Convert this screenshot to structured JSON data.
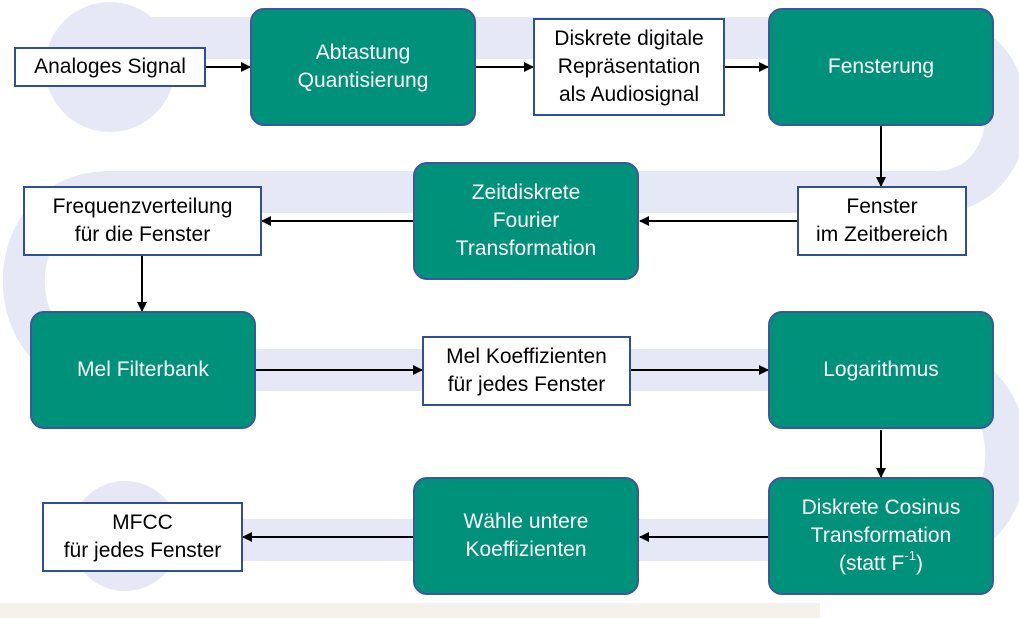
{
  "colors": {
    "process": "#00917b",
    "process_border": "#3a57a0",
    "data_border": "#2f4f98",
    "path_band": "#e6e9f5",
    "arrow": "#000000"
  },
  "nodes": {
    "analog": {
      "lines": [
        "Analoges Signal"
      ]
    },
    "sampling": {
      "lines": [
        "Abtastung",
        "Quantisierung"
      ]
    },
    "discrete": {
      "lines": [
        "Diskrete digitale",
        "Repräsentation",
        "als Audiosignal"
      ]
    },
    "windowing": {
      "lines": [
        "Fensterung"
      ]
    },
    "timewindow": {
      "lines": [
        "Fenster",
        "im Zeitbereich"
      ]
    },
    "dtft": {
      "lines": [
        "Zeitdiskrete",
        "Fourier",
        "Transformation"
      ]
    },
    "freqdist": {
      "lines": [
        "Frequenzverteilung",
        "für die Fenster"
      ]
    },
    "melbank": {
      "lines": [
        "Mel Filterbank"
      ]
    },
    "melcoef": {
      "lines": [
        "Mel Koeffizienten",
        "für jedes Fenster"
      ]
    },
    "log": {
      "lines": [
        "Logarithmus"
      ]
    },
    "dct": {
      "lines": [
        "Diskrete Cosinus",
        "Transformation"
      ],
      "note_prefix": "(statt F",
      "note_sup": "-1",
      "note_suffix": ")"
    },
    "select": {
      "lines": [
        "Wähle untere",
        "Koeffizienten"
      ]
    },
    "mfcc": {
      "lines": [
        "MFCC",
        "für jedes Fenster"
      ]
    }
  }
}
